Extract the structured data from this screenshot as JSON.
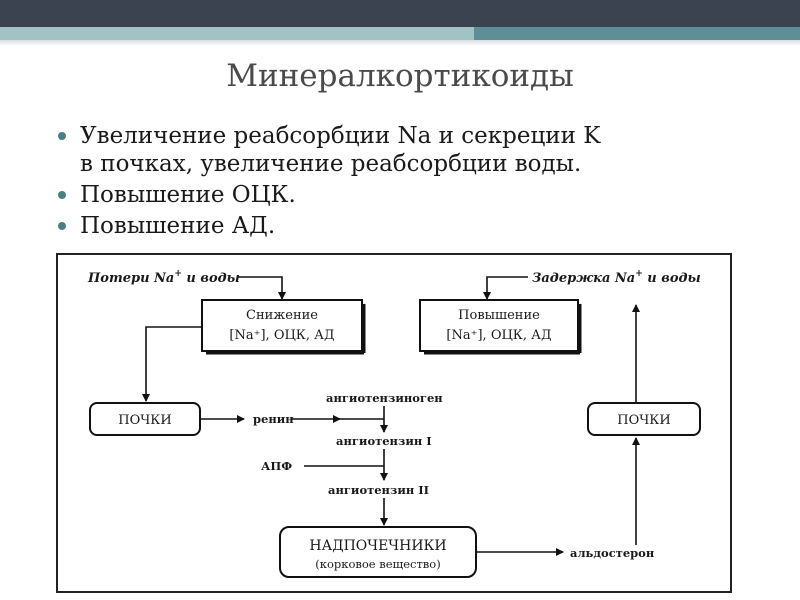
{
  "slide": {
    "title": "Минералкортикоиды",
    "bullets": [
      {
        "line1": "Увеличение реабсорбции Na и секреции K",
        "line2": "в почках, увеличение реабсорбции воды."
      },
      {
        "line1": "Повышение ОЦК."
      },
      {
        "line1": "Повышение АД."
      }
    ]
  },
  "diagram": {
    "loss_prefix": "Потери Na",
    "loss_suffix": " и воды",
    "retention_prefix": "Задержка Na",
    "retention_suffix": " и воды",
    "superscript": "+",
    "decrease_title": "Снижение",
    "decrease_body": "[Na⁺], ОЦК, АД",
    "increase_title": "Повышение",
    "increase_body": "[Na⁺], ОЦК, АД",
    "kidneys_left": "ПОЧКИ",
    "kidneys_right": "ПОЧКИ",
    "renin": "ренин",
    "angiotensinogen": "ангиотензиноген",
    "angiotensin_1": "ангиотензин I",
    "apf": "АПФ",
    "angiotensin_2": "ангиотензин II",
    "adrenal_title": "НАДПОЧЕЧНИКИ",
    "adrenal_sub": "(корковое вещество)",
    "aldosterone": "альдостерон"
  }
}
